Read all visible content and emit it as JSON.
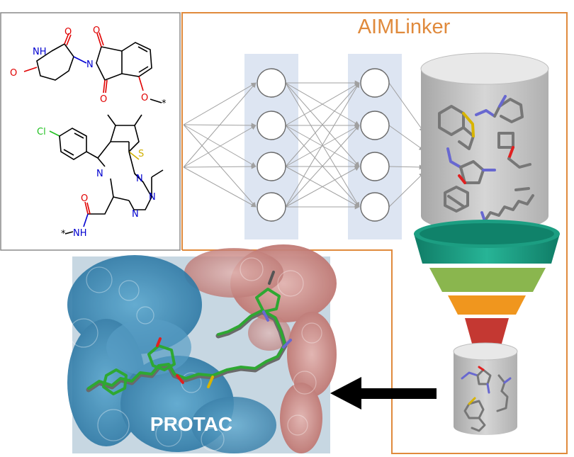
{
  "title": "AIMLinker",
  "output_label": "PROTAC",
  "atoms": {
    "O": "O",
    "N": "N",
    "NH": "NH",
    "S": "S",
    "Cl": "Cl",
    "attach": "*"
  },
  "colors": {
    "frame_orange": "#e08a3c",
    "panel_gray": "#888888",
    "layer_band": "#dde5f2",
    "funnel_1": "#1c9e82",
    "funnel_2": "#8ab64e",
    "funnel_3": "#f0961e",
    "funnel_4": "#c43832",
    "protein_blue": "#3a86b0",
    "protein_red": "#c98a86",
    "ligand_green": "#2ea832"
  }
}
